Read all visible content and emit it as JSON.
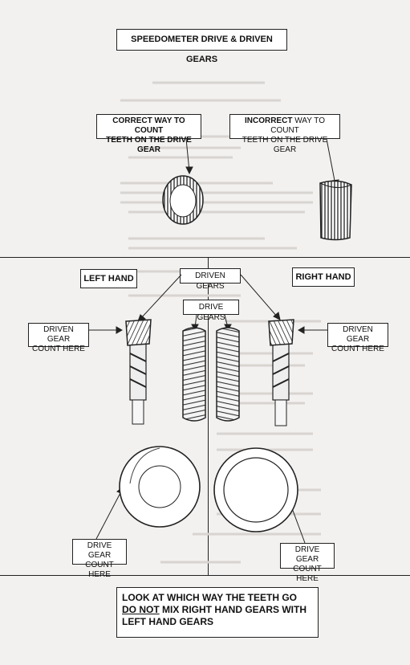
{
  "title": "SPEEDOMETER DRIVE & DRIVEN GEARS",
  "correct_way": {
    "line1": "CORRECT WAY TO COUNT",
    "line2": "TEETH ON THE DRIVE GEAR"
  },
  "incorrect_way": {
    "line1_bold": "INCORRECT",
    "line1_rest": " WAY TO COUNT",
    "line2": "TEETH ON THE DRIVE GEAR"
  },
  "left_hand": "LEFT HAND",
  "right_hand": "RIGHT HAND",
  "driven_gears": "DRIVEN GEARS",
  "drive_gears": "DRIVE GEARS",
  "driven_count_left": {
    "line1": "DRIVEN GEAR",
    "line2": "COUNT HERE"
  },
  "driven_count_right": {
    "line1": "DRIVEN GEAR",
    "line2": "COUNT HERE"
  },
  "drive_count_left": {
    "line1": "DRIVE GEAR",
    "line2": "COUNT HERE"
  },
  "drive_count_right": {
    "line1": "DRIVE GEAR",
    "line2": "COUNT HERE"
  },
  "warning": {
    "line1": "LOOK AT WHICH WAY THE TEETH GO",
    "line2_under": "DO NOT",
    "line2_rest": " MIX RIGHT HAND GEARS WITH",
    "line3": "LEFT HAND GEARS"
  }
}
